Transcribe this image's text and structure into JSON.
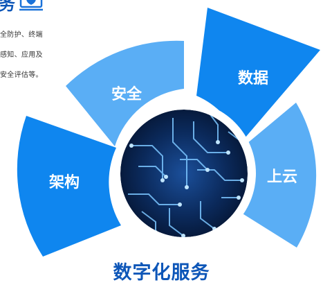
{
  "header": {
    "title_fragment": "务",
    "icon": "shield-icon",
    "description_lines": [
      "全防护、终端",
      "感知、应用及",
      "安全评估等。"
    ]
  },
  "diagram": {
    "segments": [
      {
        "id": "security",
        "label": "安全",
        "color": "#5aaef5"
      },
      {
        "id": "data",
        "label": "数据",
        "color": "#0f86ef"
      },
      {
        "id": "architecture",
        "label": "架构",
        "color": "#0f86ef"
      },
      {
        "id": "cloud",
        "label": "上云",
        "color": "#5aaef5"
      }
    ],
    "center_image": "circuit-board-image"
  },
  "footer": {
    "title": "数字化服务"
  }
}
